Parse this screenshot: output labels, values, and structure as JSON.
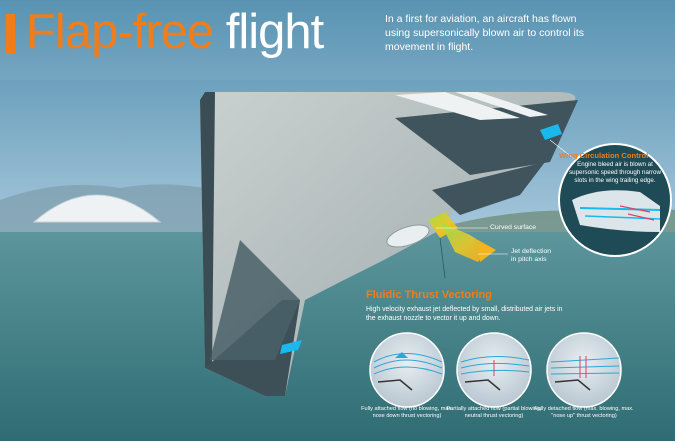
{
  "header": {
    "title_part1": "Flap-free",
    "title_part2": "flight",
    "subtitle": "In a first for aviation, an aircraft has flown using supersonically blown air to control its movement in flight."
  },
  "wing_circulation": {
    "title": "Wing Circulation Control",
    "description": "Engine bleed air is blown at supersonic speed through narrow slots in the wing trailing edge."
  },
  "callouts": {
    "curved_surface": "Curved surface",
    "jet_deflection_line1": "Jet deflection",
    "jet_deflection_line2": "in pitch axis"
  },
  "fluidic": {
    "title": "Fluidic Thrust Vectoring",
    "description": "High velocity exhaust jet deflected by small, distributed air jets in the exhaust nozzle to vector it up and down."
  },
  "diagrams": [
    {
      "caption": "Fully attached flow (no blowing, max. nose down thrust vectoring)"
    },
    {
      "caption": "Partially attached flow (partial blowing, neutral thrust vectoring)"
    },
    {
      "caption": "Fully detached flow (max. blowing, max. \"nose up\" thrust vectoring)"
    }
  ],
  "colors": {
    "accent": "#f07d1a",
    "sky": "#b9d3e2",
    "sea": "#3f7f86",
    "aircraft_body": "#b3bdbd",
    "aircraft_edge": "#364a52",
    "highlight_blue": "#19b9ee",
    "jet_green": "#8fd43f",
    "jet_yellow": "#f4b51c"
  }
}
